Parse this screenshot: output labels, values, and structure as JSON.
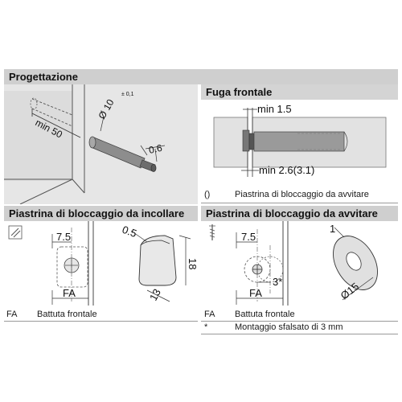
{
  "sections": {
    "progettazione": {
      "title": "Progettazione",
      "dim_min": "min 50",
      "dim_diameter": "Ø 10",
      "dim_tolerance": "± 0,1",
      "dim_thickness": "0.6"
    },
    "fuga_frontale": {
      "title": "Fuga frontale",
      "dim_min_top": "min 1.5",
      "dim_min_bottom": "min 2.6(3.1)",
      "legend_symbol": "()",
      "legend_text": "Piastrina di bloccaggio da avvitare"
    },
    "incollare": {
      "title": "Piastrina di bloccaggio da incollare",
      "dim_width": "7.5",
      "dim_fa": "FA",
      "dim_r": "0.5",
      "dim_height": "18",
      "dim_depth": "13"
    },
    "avvitare": {
      "title": "Piastrina di bloccaggio da avvitare",
      "dim_width": "7.5",
      "dim_fa": "FA",
      "dim_offset": "3*",
      "dim_one": "1",
      "dim_diameter": "Ø15"
    }
  },
  "legend": {
    "left": [
      {
        "key": "FA",
        "text": "Battuta frontale"
      }
    ],
    "right": [
      {
        "key": "FA",
        "text": "Battuta frontale"
      },
      {
        "key": "*",
        "text": "Montaggio sfalsato di 3 mm"
      }
    ]
  }
}
